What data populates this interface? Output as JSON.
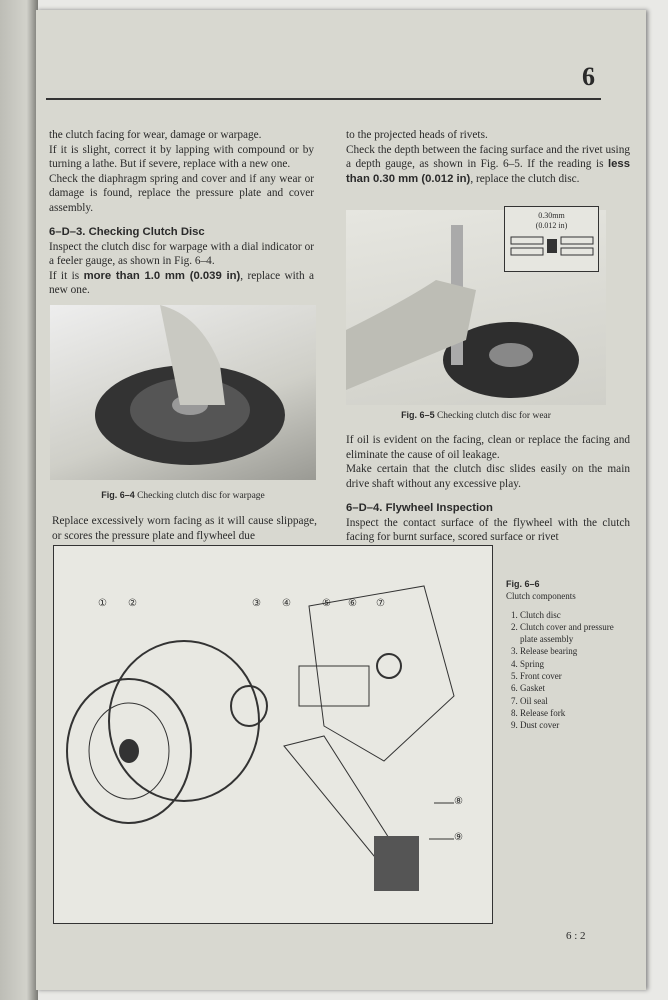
{
  "chapter_number": "6",
  "left_col": {
    "p1": "the clutch facing for wear, damage or warpage.",
    "p2": "If it is slight, correct it by lapping with compound or by turning a lathe. But if severe, replace with a new one.",
    "p3": "Check the diaphragm spring and cover and if any wear or damage is found, replace the pressure plate and cover assembly.",
    "h1": "6–D–3. Checking Clutch Disc",
    "p4": "Inspect the clutch disc for warpage with a dial indicator or a feeler gauge, as shown in Fig. 6–4.",
    "p5a": "If it is ",
    "p5b": "more than 1.0 mm (0.039 in)",
    "p5c": ", replace with a new one.",
    "fig_label": "Fig. 6–4",
    "fig_caption": "Checking clutch disc for warpage",
    "p6": "Replace excessively worn facing as it will cause slippage, or scores the pressure plate and flywheel due"
  },
  "right_col": {
    "p1": "to the projected heads of rivets.",
    "p2a": "Check the depth between the facing surface and the rivet using a depth gauge, as shown in Fig. 6–5. If the reading is ",
    "p2b": "less than 0.30 mm (0.012 in)",
    "p2c": ", replace the clutch disc.",
    "inset_mm": "0.30mm",
    "inset_in": "(0.012 in)",
    "fig_label": "Fig. 6–5",
    "fig_caption": "Checking clutch disc for wear",
    "p3": "If oil is evident on the facing, clean or replace the facing and eliminate the cause of oil leakage.",
    "p4": "Make certain that the clutch disc slides easily on the main drive shaft without any excessive play.",
    "h1": "6–D–4. Flywheel Inspection",
    "p5": "Inspect the contact surface of the flywheel with the clutch facing for burnt surface, scored surface or rivet"
  },
  "figure_6_6": {
    "label": "Fig. 6–6",
    "title": "Clutch components",
    "callouts": [
      "①",
      "②",
      "③",
      "④",
      "⑤",
      "⑥",
      "⑦",
      "⑧",
      "⑨"
    ],
    "items": [
      "Clutch disc",
      "Clutch cover and pressure plate assembly",
      "Release bearing",
      "Spring",
      "Front cover",
      "Gasket",
      "Oil seal",
      "Release fork",
      "Dust cover"
    ]
  },
  "page_number": "6 : 2"
}
